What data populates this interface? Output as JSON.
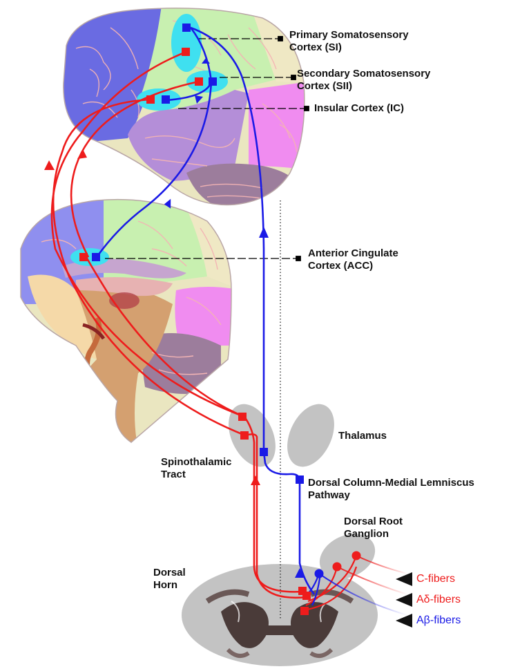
{
  "labels": {
    "si_line1": "Primary Somatosensory",
    "si_line2": "Cortex (SI)",
    "sii_line1": "Secondary Somatosensory",
    "sii_line2": "Cortex (SII)",
    "ic": "Insular Cortex (IC)",
    "acc_line1": "Anterior Cingulate",
    "acc_line2": "Cortex (ACC)",
    "thalamus": "Thalamus",
    "stt_line1": "Spinothalamic",
    "stt_line2": "Tract",
    "dcml_line1": "Dorsal Column-Medial Lemniscus",
    "dcml_line2": "Pathway",
    "drg_line1": "Dorsal Root",
    "drg_line2": "Ganglion",
    "dh_line1": "Dorsal",
    "dh_line2": "Horn"
  },
  "fibers": {
    "c": "C-fibers",
    "ad": "Aδ-fibers",
    "ab": "Aβ-fibers"
  },
  "colors": {
    "nociceptive_pathway": "#ee1c1c",
    "touch_pathway": "#1a1ae6",
    "cortical_highlight": "#3fe0f0",
    "structure_gray": "#c3c3c3"
  }
}
